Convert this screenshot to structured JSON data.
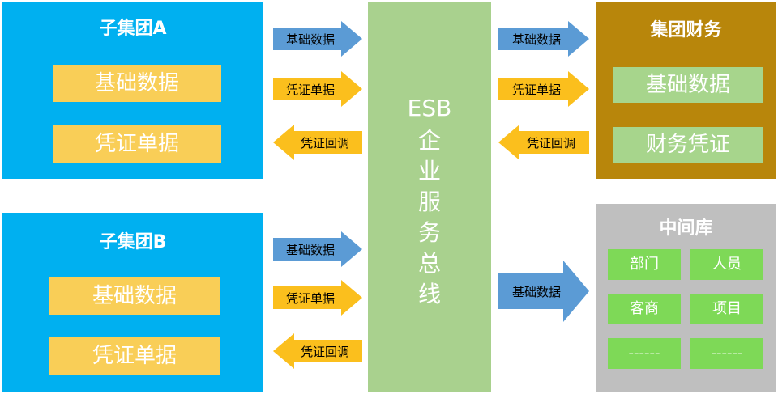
{
  "colors": {
    "group_blue": "#00b0f0",
    "yellow": "#f9ce57",
    "arrow_blue": "#5b9bd5",
    "arrow_orange": "#fbbf1d",
    "esb_green": "#a9d18e",
    "finance_gold": "#b8860b",
    "mid_gray": "#bfbfbf",
    "mid_green": "#7ed957"
  },
  "group_a": {
    "title": "子集团A",
    "items": [
      "基础数据",
      "凭证单据"
    ],
    "arrows": [
      "基础数据",
      "凭证单据",
      "凭证回调"
    ]
  },
  "group_b": {
    "title": "子集团B",
    "items": [
      "基础数据",
      "凭证单据"
    ],
    "arrows": [
      "基础数据",
      "凭证单据",
      "凭证回调"
    ]
  },
  "esb": {
    "title": "ESB",
    "chars": [
      "企",
      "业",
      "服",
      "务",
      "总",
      "线"
    ]
  },
  "finance": {
    "title": "集团财务",
    "items": [
      "基础数据",
      "财务凭证"
    ],
    "arrows": [
      "基础数据",
      "凭证单据",
      "凭证回调"
    ]
  },
  "middle_db": {
    "title": "中间库",
    "items": [
      "部门",
      "人员",
      "客商",
      "项目",
      "------",
      "------"
    ],
    "arrow": "基础数据"
  }
}
